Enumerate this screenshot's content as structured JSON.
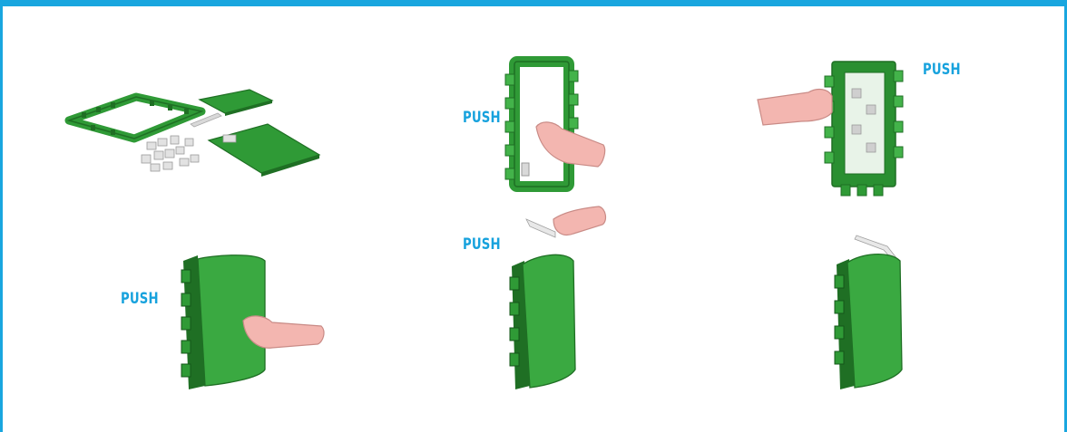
{
  "colors": {
    "frame_blue": "#19a6df",
    "push_blue": "#17a2dd",
    "housing_green": "#2f9a36",
    "housing_dark": "#1f6f24",
    "housing_light": "#43b34a",
    "skin": "#f3b6b0",
    "skin_outline": "#c98b86",
    "clip_grey": "#d9d9d9"
  },
  "labels": {
    "push_step2": "PUSH",
    "push_step3": "PUSH",
    "push_step4": "PUSH",
    "push_step5": "PUSH"
  },
  "icons": [
    "hand-icon",
    "din-rail-housing-icon",
    "mounting-clip-icon"
  ]
}
